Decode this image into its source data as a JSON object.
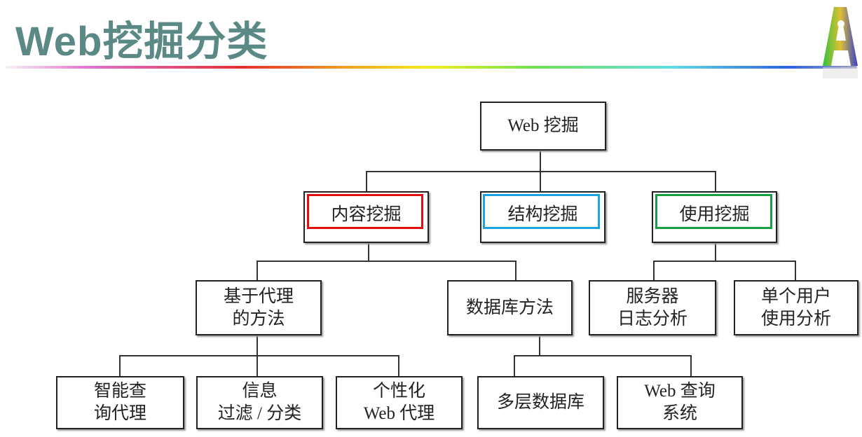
{
  "title": "Web挖掘分类",
  "colors": {
    "title": "#5b8985",
    "content_highlight": "#e01010",
    "structure_highlight": "#1aa3e0",
    "usage_highlight": "#16a040"
  },
  "tree": {
    "root": "Web 挖掘",
    "level2": [
      "内容挖掘",
      "结构挖掘",
      "使用挖掘"
    ],
    "content": {
      "agent": [
        "基于代理",
        "的方法"
      ],
      "database": "数据库方法"
    },
    "usage": {
      "server": [
        "服务器",
        "日志分析"
      ],
      "user": [
        "单个用户",
        "使用分析"
      ]
    },
    "agent_children": [
      [
        "智能查",
        "询代理"
      ],
      [
        "信息",
        "过滤 / 分类"
      ],
      [
        "个性化",
        "Web 代理"
      ]
    ],
    "database_children": [
      [
        "多层数据库"
      ],
      [
        "Web 查询",
        "系统"
      ]
    ]
  }
}
